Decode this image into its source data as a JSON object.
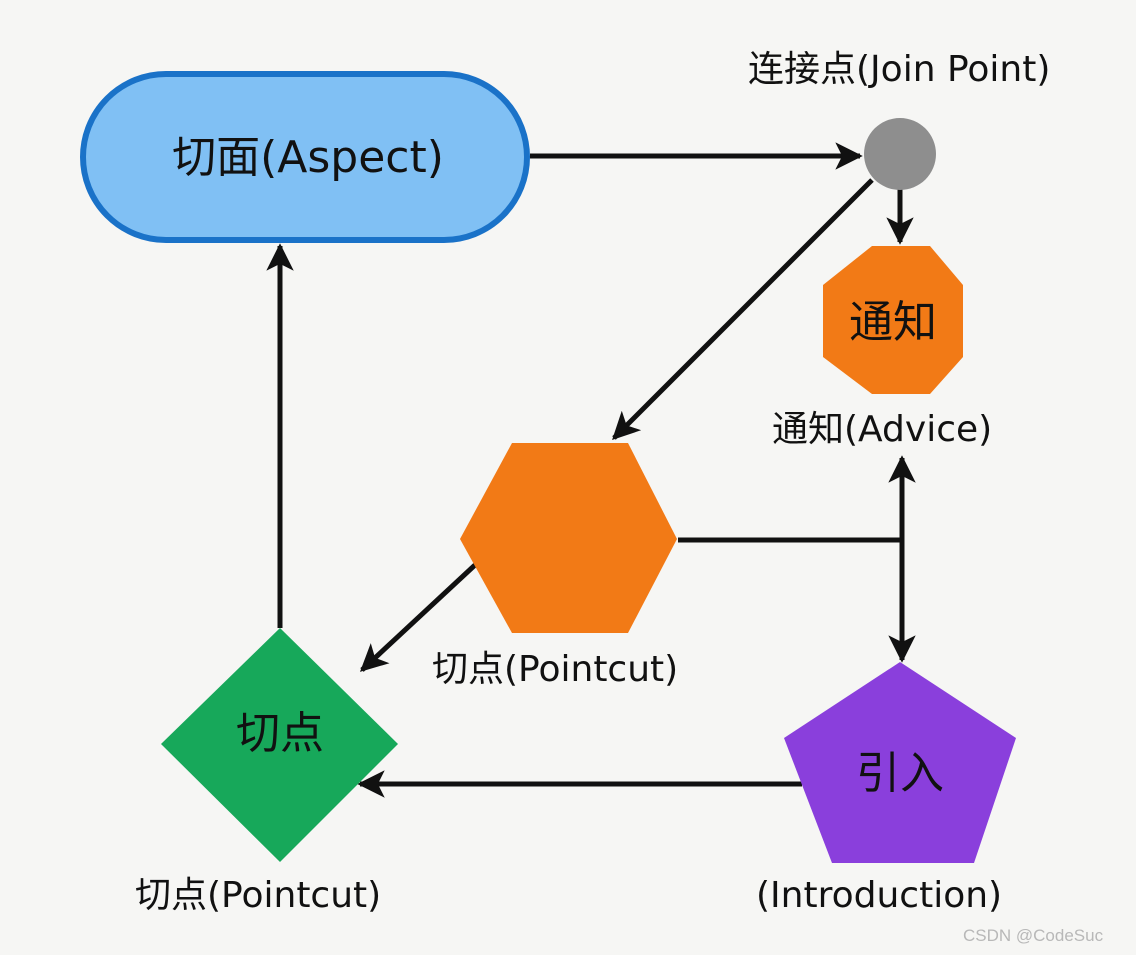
{
  "nodes": {
    "aspect": {
      "text": "切面(Aspect)",
      "fill": "#80c0f4",
      "stroke": "#1a72c8",
      "shape": "rounded-rectangle"
    },
    "join_point": {
      "caption": "连接点(Join Point)",
      "fill": "#8e8e8e",
      "shape": "circle"
    },
    "advice": {
      "text": "通知",
      "caption": "通知(Advice)",
      "fill": "#f27a16",
      "shape": "octagon"
    },
    "pointcut_hex": {
      "caption": "切点(Pointcut)",
      "fill": "#f27a16",
      "shape": "hexagon"
    },
    "pointcut_diamond": {
      "text": "切点",
      "caption": "切点(Pointcut)",
      "fill": "#17a85a",
      "shape": "diamond"
    },
    "introduction": {
      "text": "引入",
      "caption": "(Introduction)",
      "fill": "#8a3fdc",
      "shape": "pentagon"
    }
  },
  "edges": [
    {
      "from": "aspect",
      "to": "join_point"
    },
    {
      "from": "join_point",
      "to": "advice"
    },
    {
      "from": "join_point",
      "to": "pointcut_hex"
    },
    {
      "from": "pointcut_hex",
      "to": "pointcut_diamond"
    },
    {
      "from": "pointcut_hex",
      "to": "advice"
    },
    {
      "from": "pointcut_hex",
      "to": "introduction"
    },
    {
      "from": "introduction",
      "to": "pointcut_diamond"
    },
    {
      "from": "pointcut_diamond",
      "to": "aspect"
    }
  ],
  "watermark": "CSDN @CodeSuc"
}
